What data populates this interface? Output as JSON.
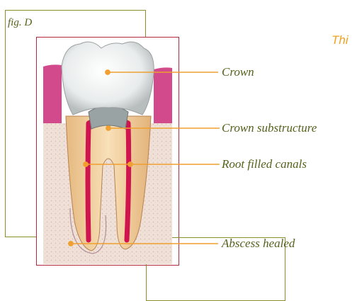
{
  "figure": {
    "label": "fig. D"
  },
  "heading": {
    "text": "Thi"
  },
  "diagram": {
    "labels": {
      "crown": "Crown",
      "crown_substructure": "Crown substructure",
      "root_filled_canals": "Root filled canals",
      "abscess_healed": "Abscess healed"
    }
  },
  "colors": {
    "frame_olive": "#8a8f2a",
    "frame_red": "#b22a3c",
    "label_text": "#55611a",
    "leader_line": "#f0a030",
    "heading_text": "#f2a020"
  }
}
